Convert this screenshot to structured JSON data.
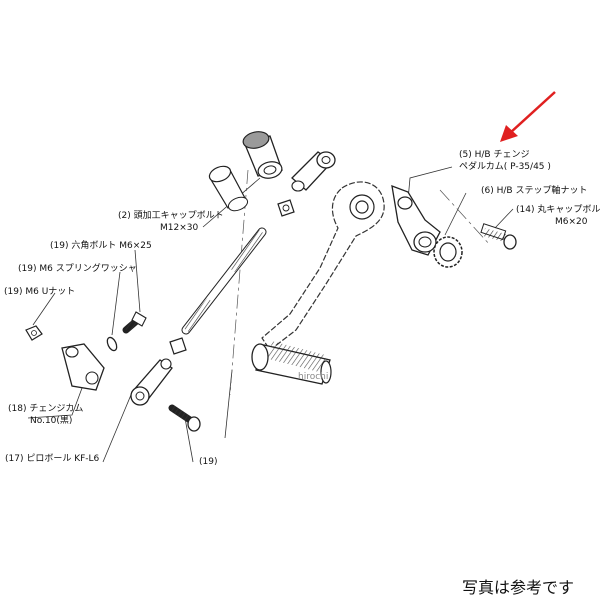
{
  "parts": {
    "p5_line1": "(5) H/B チェンジ",
    "p5_line2": "ペダルカム( P-35/45 )",
    "p6": "(6) H/B ステップ軸ナット",
    "p14_line1": "(14) 丸キャップボルト",
    "p14_line2": "M6×20",
    "p2_line1": "(2) 頭加工キャップボルト",
    "p2_line2": "M12×30",
    "p19_bolt": "(19) 六角ボルト M6×25",
    "p19_washer": "(19) M6 スプリングワッシャ",
    "p19_nut": "(19) M6 Uナット",
    "p18_line1": "(18) チェンジカム",
    "p18_line2": "No.10(黒)",
    "p17": "(17) ピロボール KF-L6",
    "p19_ref": "(19)"
  },
  "watermark": "hirochi",
  "note": "写真は参考です",
  "colors": {
    "arrow": "#e02020",
    "line": "#222222",
    "part_fill": "#ffffff",
    "part_shade": "#9a9a9a"
  }
}
